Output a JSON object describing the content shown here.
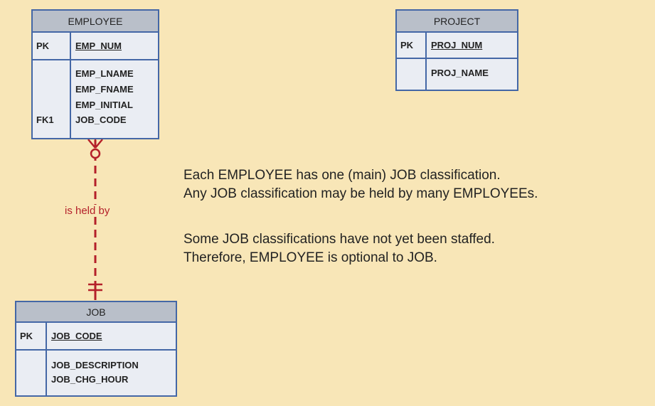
{
  "entities": {
    "employee": {
      "name": "EMPLOYEE",
      "pk_label": "PK",
      "pk_attr": "EMP_NUM",
      "attributes": [
        "EMP_LNAME",
        "EMP_FNAME",
        "EMP_INITIAL",
        "JOB_CODE"
      ],
      "fk_label": "FK1"
    },
    "project": {
      "name": "PROJECT",
      "pk_label": "PK",
      "pk_attr": "PROJ_NUM",
      "attributes": [
        "PROJ_NAME"
      ]
    },
    "job": {
      "name": "JOB",
      "pk_label": "PK",
      "pk_attr": "JOB_CODE",
      "attributes": [
        "JOB_DESCRIPTION",
        "JOB_CHG_HOUR"
      ]
    }
  },
  "relationship": {
    "label": "is held by",
    "from": "EMPLOYEE",
    "to": "JOB",
    "from_cardinality": "zero-or-many",
    "to_cardinality": "exactly-one",
    "color": "#b4202a"
  },
  "description": {
    "line1": "Each EMPLOYEE has one (main) JOB classification.",
    "line2": "Any JOB classification may be held by many EMPLOYEEs.",
    "line3": "Some JOB classifications have not yet been staffed.",
    "line4": "Therefore, EMPLOYEE is optional to JOB."
  },
  "colors": {
    "background": "#f8e6b7",
    "entity_border": "#4467a6",
    "entity_header": "#b9bfc9",
    "entity_body": "#eaedf3",
    "relationship": "#b4202a"
  }
}
